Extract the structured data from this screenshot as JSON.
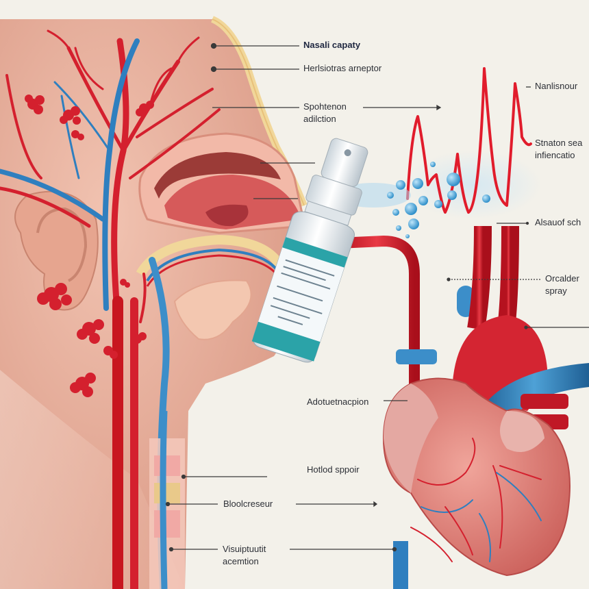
{
  "diagram": {
    "type": "medical-illustration",
    "subject": "Nasal spray pathway from nasal cavity to heart",
    "palette": {
      "background": "#f3f1ea",
      "skin": "#e4a793",
      "skin_light": "#f0c4b2",
      "artery": "#d4202e",
      "vein": "#2f7fbf",
      "bottle_teal": "#2ba3a8",
      "bottle_white": "#e9eef2",
      "droplet": "#4aa8dc",
      "leader_line": "#3a3a3a",
      "label_text": "#2c2f36"
    }
  },
  "labels": {
    "nasal_capaty": "Nasali capaty",
    "herlsiotras": "Herlsiotras arneptor",
    "spohtenon": "Spohtenon\nadilction",
    "nanlisnour": "Nanlisnour",
    "stnaton": "Stnaton sea\ninfiencatio",
    "alsauof": "Alsauof sch",
    "orcalder": "Orcalder\nspray",
    "adotuetnacpion": "Adotuetnacpion",
    "hotlod_sppoir": "Hotlod sppoir",
    "bloolcreseur": "Bloolcreseur",
    "visuiptuutit": "Visuiptuutit\nacemtion"
  },
  "components": {
    "head": "Sagittal head cross-section with vessels and ear",
    "spray_bottle": "Nasal spray bottle with teal label",
    "spray_mist": "Droplet mist",
    "waveform": "Red pulse waveform",
    "heart": "Anatomical heart with aorta and vena cava",
    "neck_vessels": "Carotid artery and jugular vein"
  }
}
